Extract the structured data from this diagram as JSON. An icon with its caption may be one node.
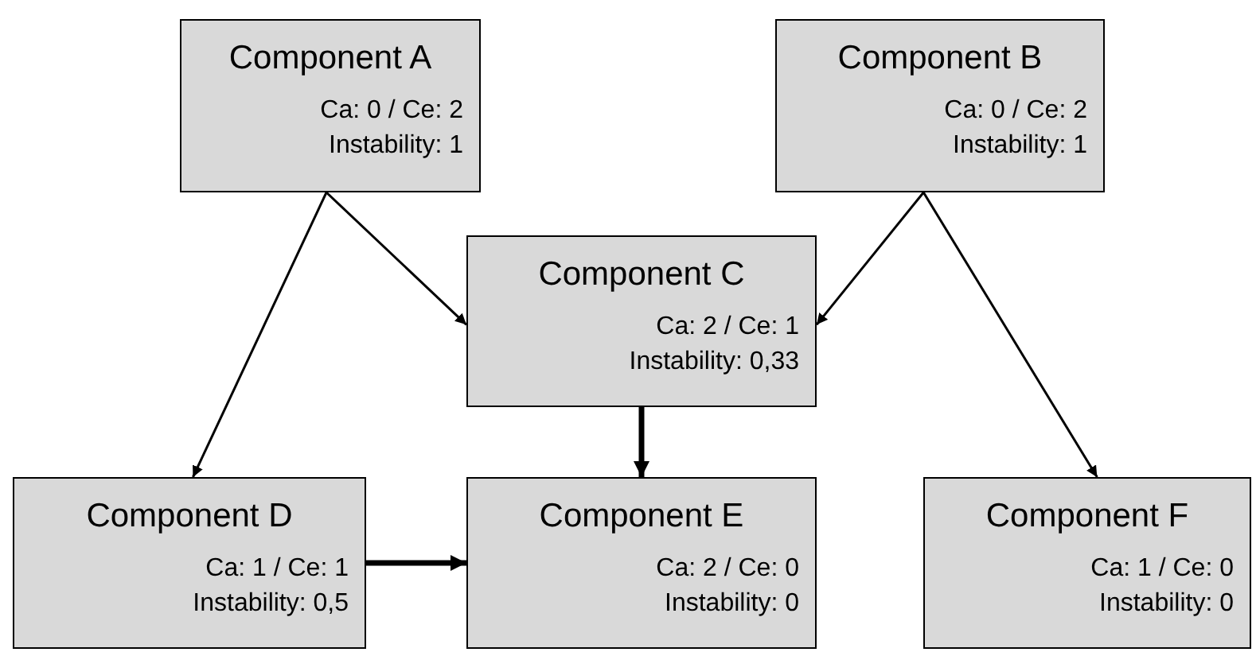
{
  "diagram": {
    "nodes": [
      {
        "text": [
          "Component A",
          "Ca: 0 / Ce: 2",
          "Instability: 1"
        ]
      },
      {
        "text": [
          "Component B",
          "Ca: 0 / Ce: 2",
          "Instability: 1"
        ]
      },
      {
        "text": [
          "Component C",
          "Ca: 2 / Ce: 1",
          "Instability: 0,33"
        ]
      },
      {
        "text": [
          "Component D",
          "Ca: 1 / Ce: 1",
          "Instability: 0,5"
        ]
      },
      {
        "text": [
          "Component E",
          "Ca: 2 / Ce: 0",
          "Instability: 0"
        ]
      },
      {
        "text": [
          "Component F",
          "Ca: 1 / Ce: 0",
          "Instability: 0"
        ]
      }
    ],
    "edges": [
      {
        "from": 0,
        "to": 3,
        "arrow": "to"
      },
      {
        "from": 0,
        "to": 2,
        "arrow": "to"
      },
      {
        "from": 1,
        "to": 2,
        "arrow": "to"
      },
      {
        "from": 1,
        "to": 5,
        "arrow": "to"
      },
      {
        "from": 2,
        "to": 4,
        "arrow": "to",
        "style": "thick"
      },
      {
        "from": 3,
        "to": 4,
        "arrow": "to",
        "style": "thick"
      }
    ]
  }
}
